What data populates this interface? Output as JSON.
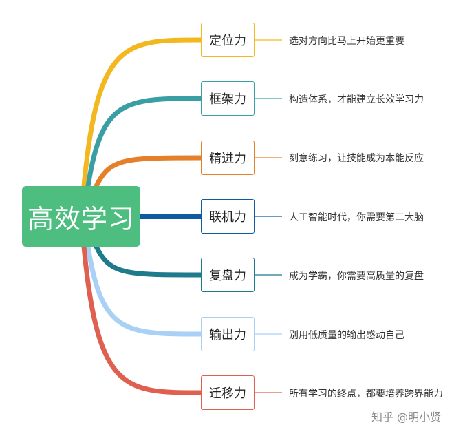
{
  "root": {
    "label": "高效学习",
    "color": "#4dbe7f"
  },
  "branches": [
    {
      "label": "定位力",
      "desc": "选对方向比马上开始更重要",
      "color": "#f3b820"
    },
    {
      "label": "框架力",
      "desc": "构造体系，才能建立长效学习力",
      "color": "#3a9fa5"
    },
    {
      "label": "精进力",
      "desc": "刻意练习，让技能成为本能反应",
      "color": "#e5802a"
    },
    {
      "label": "联机力",
      "desc": "人工智能时代，你需要第二大脑",
      "color": "#0f5aa0"
    },
    {
      "label": "复盘力",
      "desc": "成为学霸，你需要高质量的复盘",
      "color": "#1f7a8c"
    },
    {
      "label": "输出力",
      "desc": "别用低质量的输出感动自己",
      "color": "#a9d0f5"
    },
    {
      "label": "迁移力",
      "desc": "所有学习的终点，都要培养跨界能力",
      "color": "#e06050"
    }
  ],
  "watermark": "知乎 @明小贤"
}
